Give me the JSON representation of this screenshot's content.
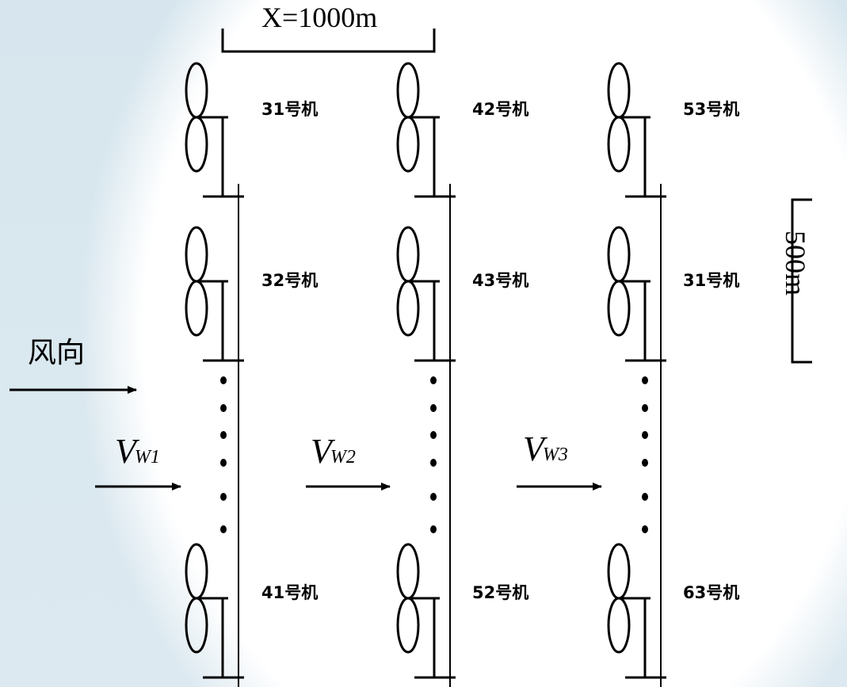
{
  "spacing": {
    "x_label": "X=1000m",
    "y_label": "500m"
  },
  "wind": {
    "direction_label": "风向",
    "velocities": [
      {
        "symbol": "V",
        "subscript": "W1"
      },
      {
        "symbol": "V",
        "subscript": "W2"
      },
      {
        "symbol": "V",
        "subscript": "W3"
      }
    ]
  },
  "turbines": {
    "column_1": [
      "31号机",
      "32号机",
      "41号机"
    ],
    "column_2": [
      "42号机",
      "43号机",
      "52号机"
    ],
    "column_3": [
      "53号机",
      "31号机",
      "63号机"
    ]
  },
  "colors": {
    "line": "#000000",
    "background_tint": "#d7e6ee"
  }
}
